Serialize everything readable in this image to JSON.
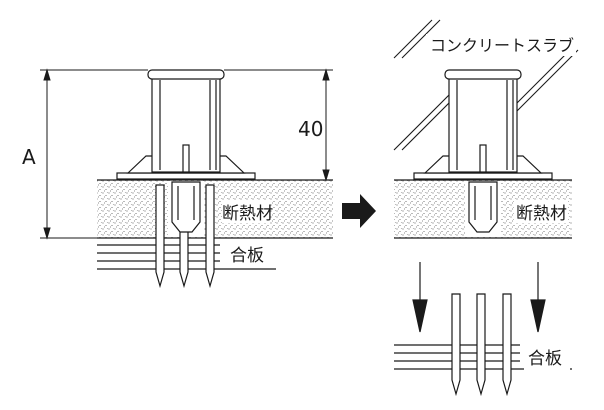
{
  "labels": {
    "dim_a": "A",
    "dim_40": "40",
    "insulation_left": "断熱材",
    "plywood_left": "合板",
    "concrete_slab": "コンクリートスラブ",
    "insulation_right": "断熱材",
    "plywood_right": "合板"
  },
  "icons": {
    "process_arrow": "right-arrow-icon",
    "removal_arrows": "down-arrow-icon"
  }
}
